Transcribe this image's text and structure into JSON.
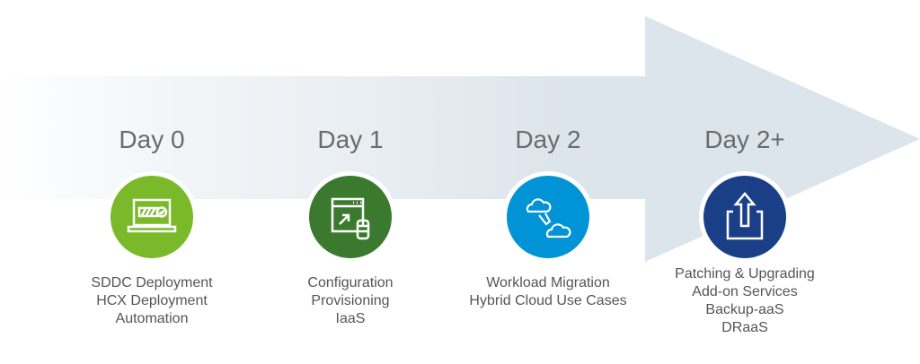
{
  "stages": [
    {
      "day": "Day 0",
      "icon": "laptop-progress-icon",
      "color": "#7ab929",
      "lines": [
        "SDDC Deployment",
        "HCX Deployment",
        "Automation"
      ]
    },
    {
      "day": "Day 1",
      "icon": "window-database-icon",
      "color": "#3b7a2e",
      "lines": [
        "Configuration",
        "Provisioning",
        "IaaS"
      ]
    },
    {
      "day": "Day 2",
      "icon": "cloud-migration-icon",
      "color": "#0093d6",
      "lines": [
        "Workload Migration",
        "Hybrid Cloud Use Cases"
      ]
    },
    {
      "day": "Day 2+",
      "icon": "upload-icon",
      "color": "#1b3f87",
      "lines": [
        "Patching & Upgrading",
        "Add-on Services",
        "Backup-aaS",
        "DRaaS"
      ]
    }
  ]
}
